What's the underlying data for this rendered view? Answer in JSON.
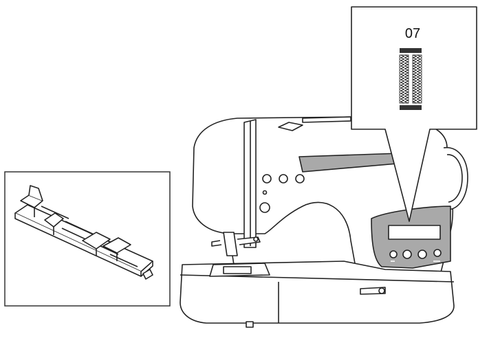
{
  "callout": {
    "stitch_number": "07",
    "stitch_pattern": "buttonhole-stitch"
  },
  "inset": {
    "item": "buttonhole-presser-foot"
  },
  "machine": {
    "item": "sewing-machine",
    "colors": {
      "line": "#222222",
      "panel_fill": "#a9a9a9",
      "background": "#ffffff"
    }
  }
}
